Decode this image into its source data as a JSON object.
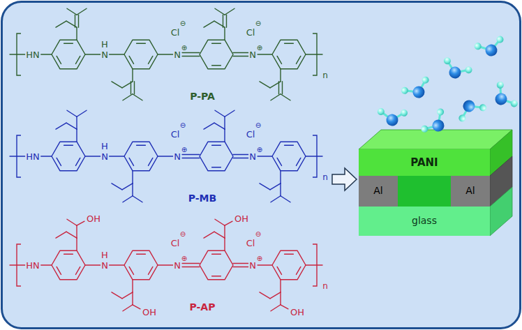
{
  "diagram": {
    "nodes": [
      {
        "text": [
          "PANI"
        ]
      },
      {
        "text": [
          "Al"
        ]
      },
      {
        "text": [
          "Al"
        ]
      },
      {
        "text": [
          "glass"
        ]
      }
    ],
    "labels": [
      "HN",
      "H",
      "N",
      "Cl",
      "⊖",
      "N",
      "⊕",
      "Cl",
      "⊖",
      "N",
      "⊕",
      "n",
      "P-PA",
      "HN",
      "H",
      "N",
      "Cl",
      "⊖",
      "N",
      "⊕",
      "Cl",
      "⊖",
      "N",
      "⊕",
      "n",
      "P-MB",
      "HN",
      "H",
      "N",
      "Cl",
      "⊖",
      "N",
      "⊕",
      "Cl",
      "⊖",
      "N",
      "⊕",
      "n",
      "P-AP",
      "OH",
      "OH",
      "OH",
      "OH"
    ]
  }
}
